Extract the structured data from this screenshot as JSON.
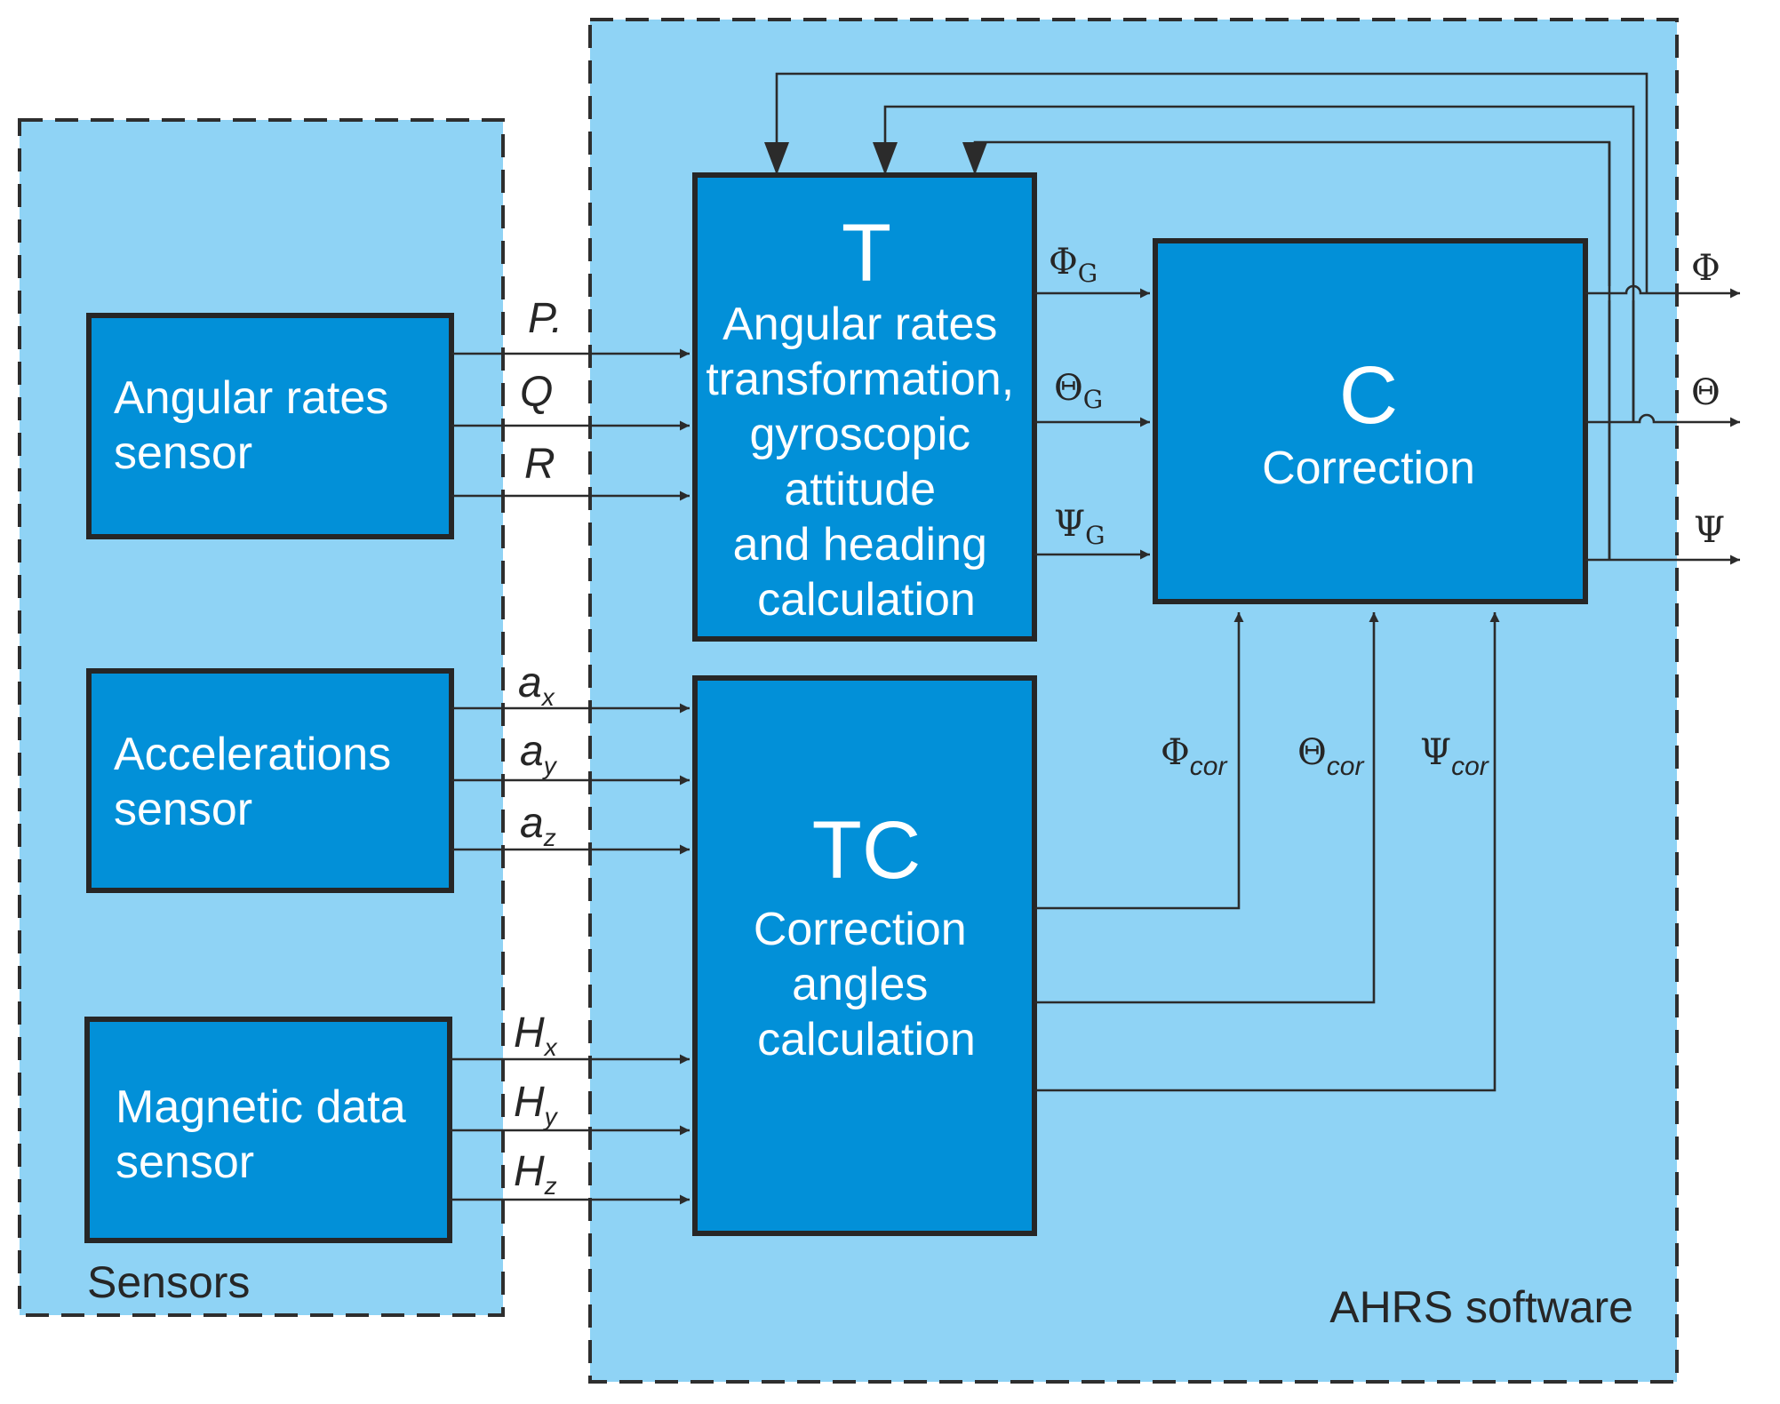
{
  "groups": {
    "sensors": {
      "label": "Sensors"
    },
    "software": {
      "label": "AHRS software"
    }
  },
  "blocks": {
    "angular_rates_sensor": {
      "lines": [
        "Angular rates",
        "sensor"
      ]
    },
    "accelerations_sensor": {
      "lines": [
        "Accelerations",
        "sensor"
      ]
    },
    "magnetic_sensor": {
      "lines": [
        "Magnetic data",
        "sensor"
      ]
    },
    "t_block": {
      "title": "T",
      "lines": [
        "Angular rates",
        "transformation,",
        "gyroscopic",
        "attitude",
        "and heading",
        "calculation"
      ]
    },
    "tc_block": {
      "title": "TC",
      "lines": [
        "Correction",
        "angles",
        "calculation"
      ]
    },
    "c_block": {
      "title": "C",
      "lines": [
        "Correction"
      ]
    }
  },
  "signals": {
    "p": "P.",
    "q": "Q",
    "r": "R",
    "ax": {
      "base": "a",
      "sub": "x"
    },
    "ay": {
      "base": "a",
      "sub": "y"
    },
    "az": {
      "base": "a",
      "sub": "z"
    },
    "hx": {
      "base": "H",
      "sub": "x"
    },
    "hy": {
      "base": "H",
      "sub": "y"
    },
    "hz": {
      "base": "H",
      "sub": "z"
    },
    "phi_g": {
      "base": "Φ",
      "sub": "G"
    },
    "theta_g": {
      "base": "Θ",
      "sub": "G"
    },
    "psi_g": {
      "base": "Ψ",
      "sub": "G"
    },
    "phi_cor": {
      "base": "Φ",
      "sub": "cor"
    },
    "theta_cor": {
      "base": "Θ",
      "sub": "cor"
    },
    "psi_cor": {
      "base": "Ψ",
      "sub": "cor"
    },
    "phi_out": "Φ",
    "theta_out": "Θ",
    "psi_out": "Ψ"
  }
}
